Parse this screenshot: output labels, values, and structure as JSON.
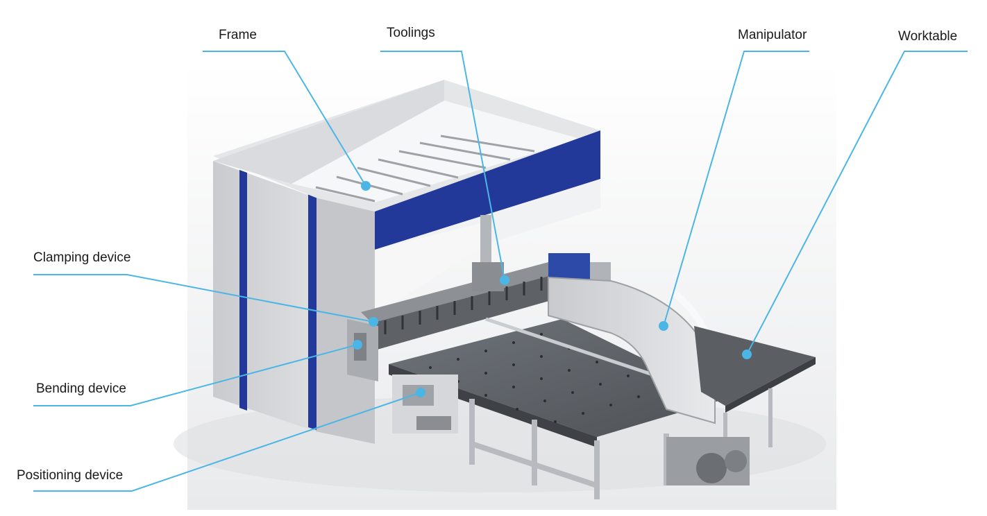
{
  "colors": {
    "leader": "#4bb6e6",
    "frame_blue": "#23399a",
    "steel_light": "#d6d8db",
    "steel_mid": "#b9bcc1",
    "steel_dark": "#6d7176",
    "background": "#ffffff"
  },
  "labels": {
    "frame": "Frame",
    "toolings": "Toolings",
    "manipulator": "Manipulator",
    "worktable": "Worktable",
    "clamping_device": "Clamping device",
    "bending_device": "Bending device",
    "positioning_device": "Positioning device"
  }
}
